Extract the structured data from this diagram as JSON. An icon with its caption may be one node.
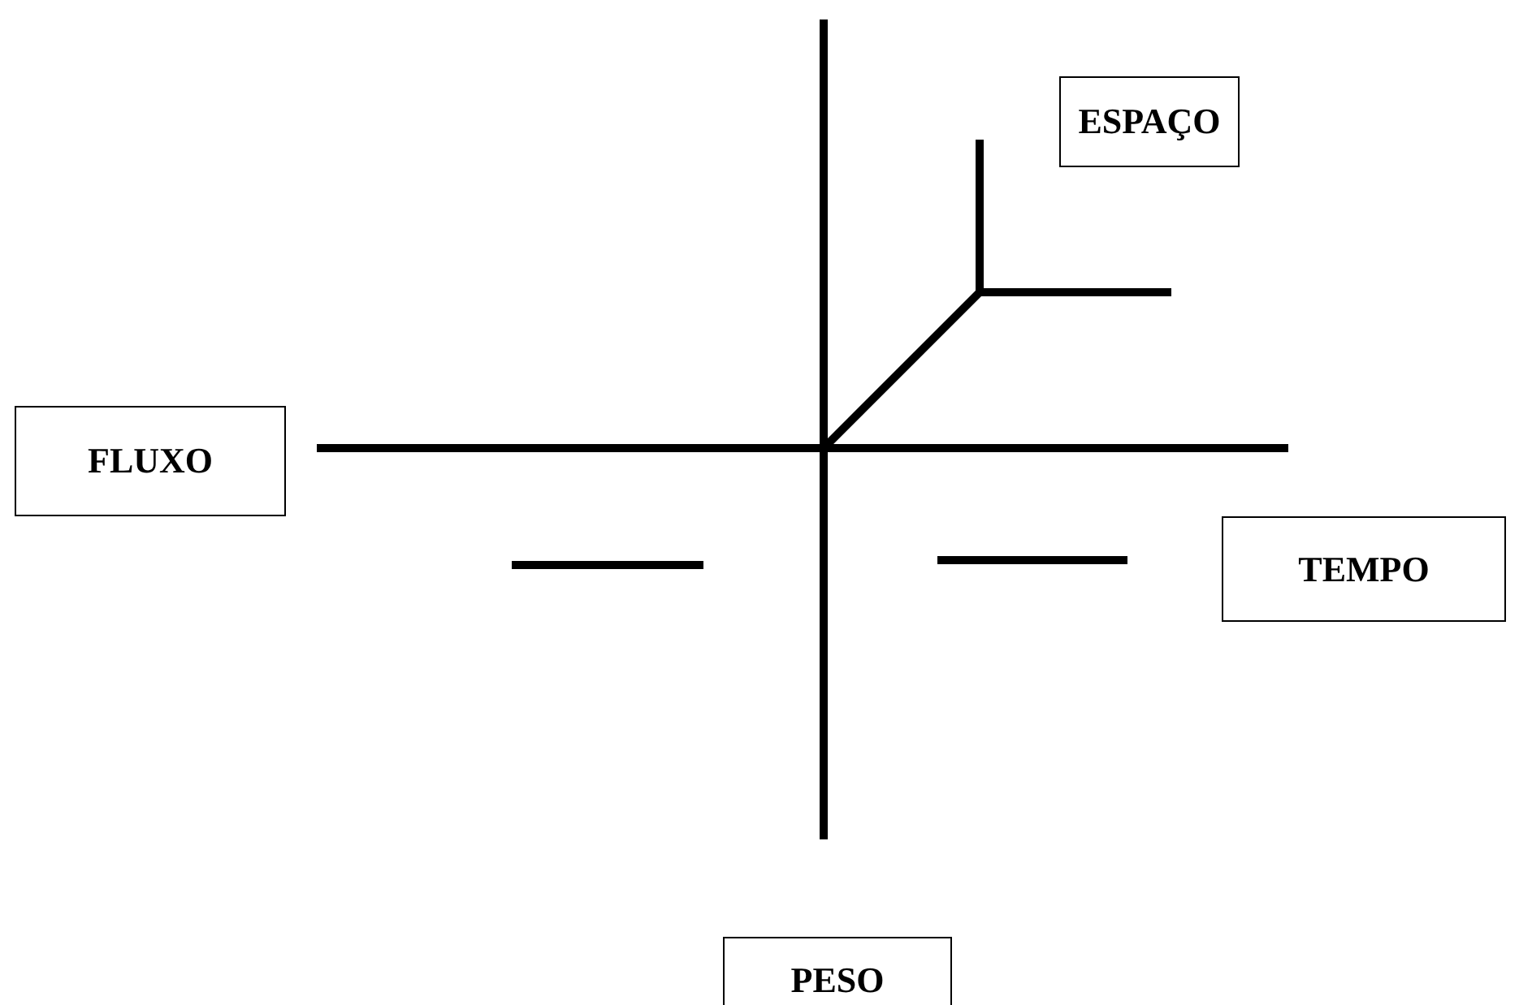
{
  "diagram": {
    "nodes": [
      {
        "text": [
          "ESPAÇO"
        ]
      },
      {
        "text": [
          "FLUXO"
        ]
      },
      {
        "text": [
          "TEMPO"
        ]
      },
      {
        "text": [
          "PESO"
        ]
      }
    ]
  }
}
